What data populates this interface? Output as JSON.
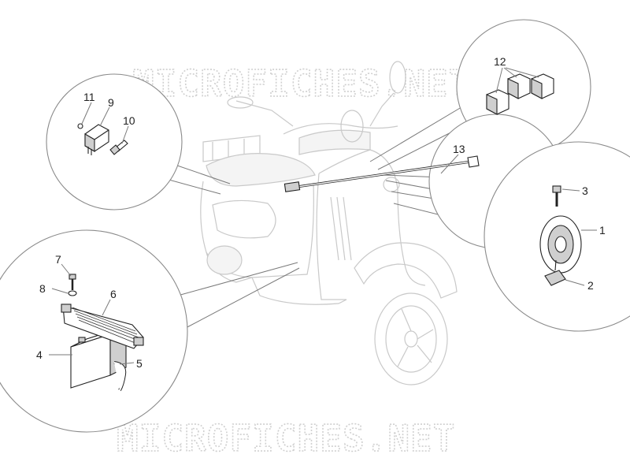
{
  "watermark": {
    "top_text": "MICROFICHES.NET",
    "bottom_text": "MICROFICHES.NET"
  },
  "callouts": {
    "c1": "1",
    "c2": "2",
    "c3": "3",
    "c4": "4",
    "c5": "5",
    "c6": "6",
    "c7": "7",
    "c8": "8",
    "c9": "9",
    "c10": "10",
    "c11": "11",
    "c12": "12",
    "c13": "13"
  }
}
